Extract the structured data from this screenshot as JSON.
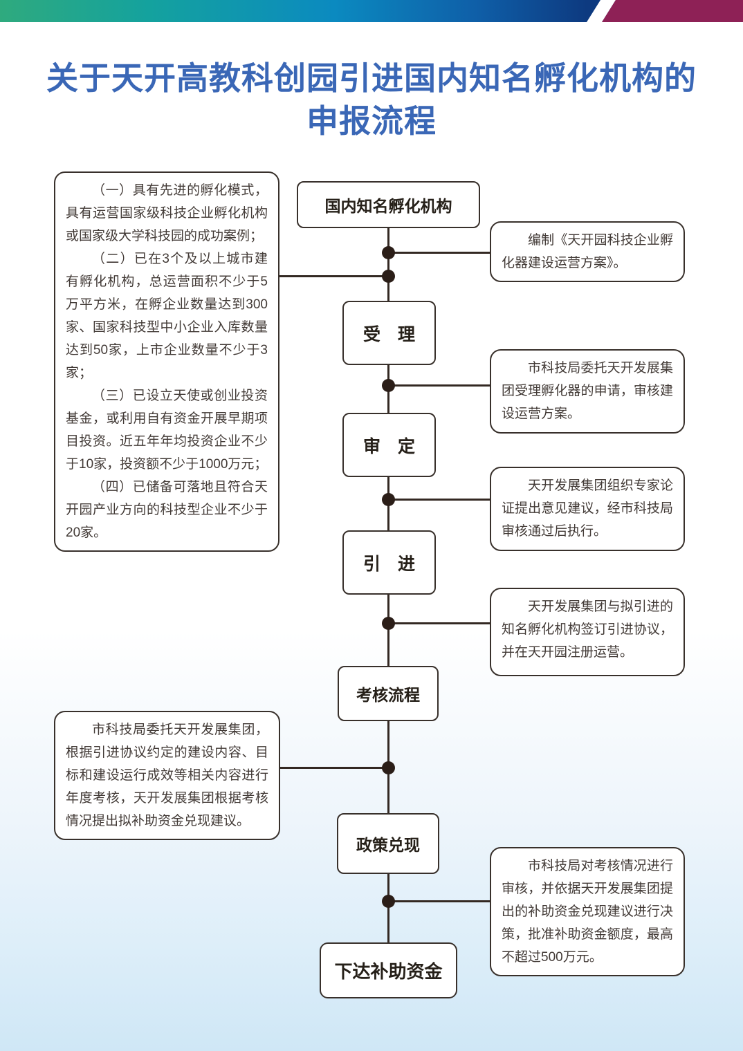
{
  "header": {
    "title_line1": "关于天开高教科创园引进国内知名孵化机构的",
    "title_line2": "申报流程",
    "title_color": "#3a67b6",
    "bar_colors": {
      "green": "#2faa7e",
      "teal": "#14a29e",
      "blue": "#0b8ac0",
      "navy": "#0d3a80",
      "magenta": "#8e2156"
    }
  },
  "flow": {
    "nodes": [
      {
        "label": "国内知名孵化机构"
      },
      {
        "label": "受　理"
      },
      {
        "label": "审　定"
      },
      {
        "label": "引　进"
      },
      {
        "label": "考核流程"
      },
      {
        "label": "政策兑现"
      },
      {
        "label": "下达补助资金"
      }
    ],
    "left_criteria": {
      "paragraphs": [
        "（一）具有先进的孵化模式，具有运营国家级科技企业孵化机构或国家级大学科技园的成功案例；",
        "（二）已在3个及以上城市建有孵化机构，总运营面积不少于5万平方米，在孵企业数量达到300家、国家科技型中小企业入库数量达到50家，上市企业数量不少于3家；",
        "（三）已设立天使或创业投资基金，或利用自有资金开展早期项目投资。近五年年均投资企业不少于10家，投资额不少于1000万元；",
        "（四）已储备可落地且符合天开园产业方向的科技型企业不少于20家。"
      ]
    },
    "annotations": {
      "compile_plan": "编制《天开园科技企业孵化器建设运营方案》。",
      "acceptance": "市科技局委托天开发展集团受理孵化器的申请，审核建设运营方案。",
      "review": "天开发展集团组织专家论证提出意见建议，经市科技局审核通过后执行。",
      "introduce": "天开发展集团与拟引进的知名孵化机构签订引进协议，并在天开园注册运营。",
      "assessment": "市科技局委托天开发展集团，根据引进协议约定的建设内容、目标和建设运行成效等相关内容进行年度考核，天开发展集团根据考核情况提出拟补助资金兑现建议。",
      "policy": "市科技局对考核情况进行审核，并依据天开发展集团提出的补助资金兑现建议进行决策，批准补助资金额度，最高不超过500万元。"
    },
    "line_color": "#332822",
    "dot_color": "#2b1e18",
    "border_color": "#38302b"
  }
}
